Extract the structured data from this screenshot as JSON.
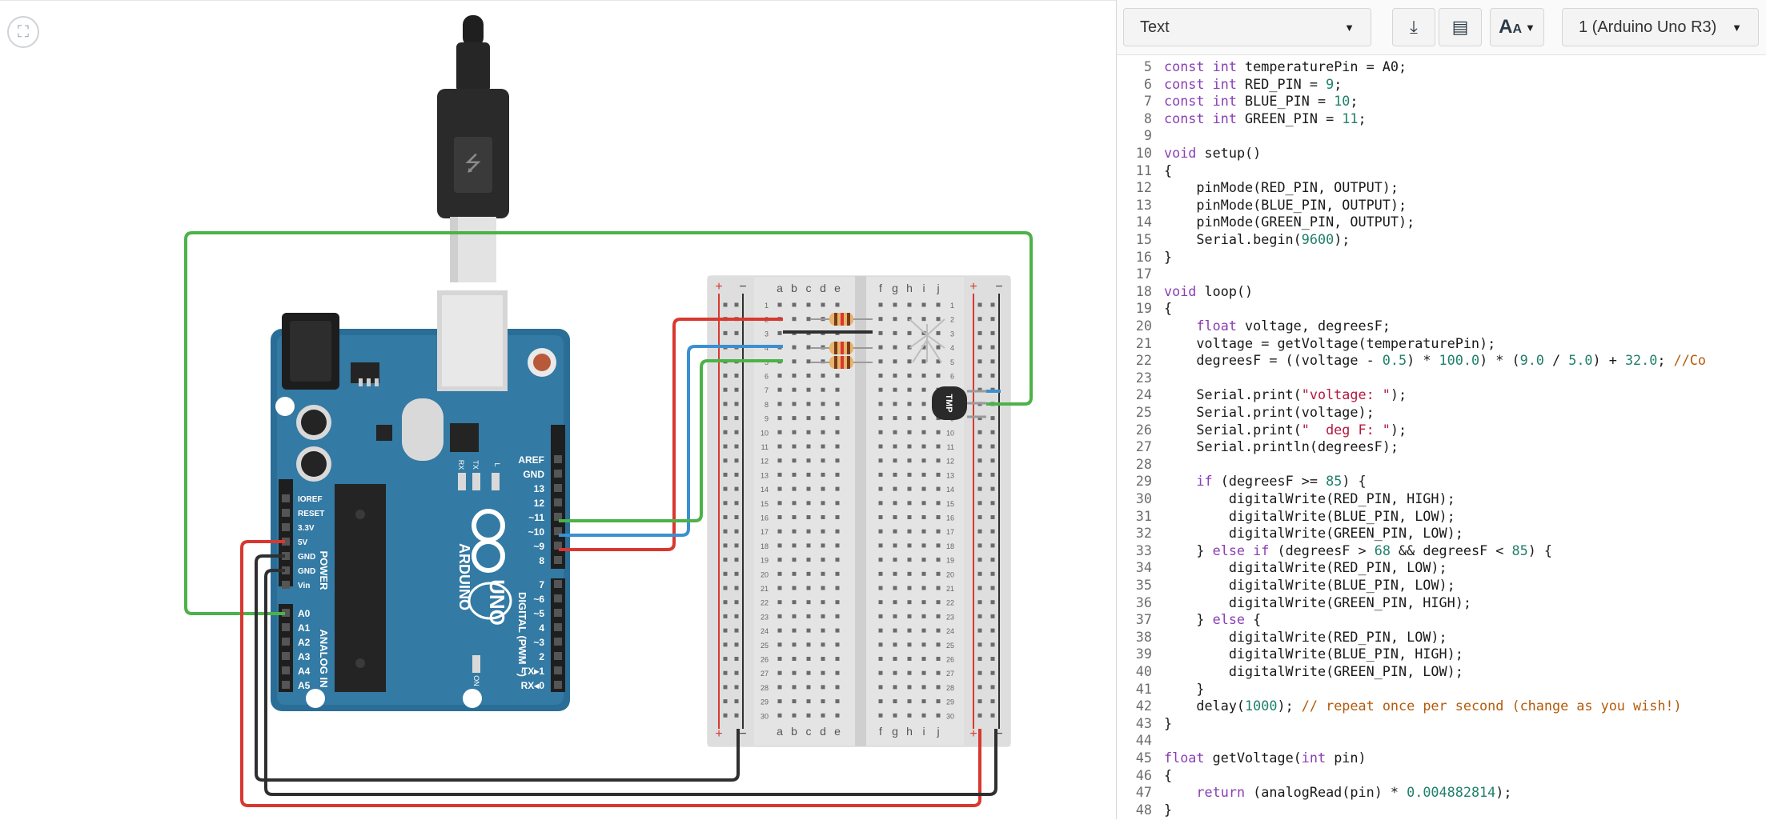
{
  "canvas": {
    "fit_button_icon": "fit-to-view-icon",
    "board_labels": {
      "brand": "ARDUINO",
      "model": "UNO",
      "digital_header": "DIGITAL (PWM ~)",
      "power_header": "POWER",
      "analog_header": "ANALOG IN",
      "on_label": "ON",
      "rx_label": "RX",
      "tx_label": "TX",
      "l_label": "L",
      "digital_pins": [
        "AREF",
        "GND",
        "13",
        "12",
        "~11",
        "~10",
        "~9",
        "8",
        "7",
        "~6",
        "~5",
        "4",
        "~3",
        "2",
        "TX▸1",
        "RX◂0"
      ],
      "power_pins": [
        "IOREF",
        "RESET",
        "3.3V",
        "5V",
        "GND",
        "GND",
        "Vin"
      ],
      "analog_pins": [
        "A0",
        "A1",
        "A2",
        "A3",
        "A4",
        "A5"
      ]
    },
    "sensor_label": "TMP",
    "breadboard": {
      "left_columns": [
        "a",
        "b",
        "c",
        "d",
        "e"
      ],
      "right_columns": [
        "f",
        "g",
        "h",
        "i",
        "j"
      ],
      "row_count": 30,
      "plus": "+",
      "minus": "−"
    },
    "wire_colors": {
      "green": "#4cb248",
      "red": "#d8382f",
      "blue": "#3c8fd0",
      "black": "#2f2f2f"
    }
  },
  "toolbar": {
    "mode_value": "Text",
    "download_icon": "download-icon",
    "library_icon": "library-icon",
    "font_size_icon": "font-size-icon",
    "board_value": "1 (Arduino Uno R3)"
  },
  "code_lines": [
    {
      "n": "5",
      "text": "const int temperaturePin = A0;"
    },
    {
      "n": "6",
      "text": "const int RED_PIN = 9;"
    },
    {
      "n": "7",
      "text": "const int BLUE_PIN = 10;"
    },
    {
      "n": "8",
      "text": "const int GREEN_PIN = 11;"
    },
    {
      "n": "9",
      "text": ""
    },
    {
      "n": "10",
      "text": "void setup()"
    },
    {
      "n": "11",
      "text": "{"
    },
    {
      "n": "12",
      "text": "    pinMode(RED_PIN, OUTPUT);"
    },
    {
      "n": "13",
      "text": "    pinMode(BLUE_PIN, OUTPUT);"
    },
    {
      "n": "14",
      "text": "    pinMode(GREEN_PIN, OUTPUT);"
    },
    {
      "n": "15",
      "text": "    Serial.begin(9600);"
    },
    {
      "n": "16",
      "text": "}"
    },
    {
      "n": "17",
      "text": ""
    },
    {
      "n": "18",
      "text": "void loop()"
    },
    {
      "n": "19",
      "text": "{"
    },
    {
      "n": "20",
      "text": "    float voltage, degreesF;"
    },
    {
      "n": "21",
      "text": "    voltage = getVoltage(temperaturePin);"
    },
    {
      "n": "22",
      "text": "    degreesF = ((voltage - 0.5) * 100.0) * (9.0 / 5.0) + 32.0; //Co"
    },
    {
      "n": "23",
      "text": ""
    },
    {
      "n": "24",
      "text": "    Serial.print(\"voltage: \");"
    },
    {
      "n": "25",
      "text": "    Serial.print(voltage);"
    },
    {
      "n": "26",
      "text": "    Serial.print(\"  deg F: \");"
    },
    {
      "n": "27",
      "text": "    Serial.println(degreesF);"
    },
    {
      "n": "28",
      "text": ""
    },
    {
      "n": "29",
      "text": "    if (degreesF >= 85) {"
    },
    {
      "n": "30",
      "text": "        digitalWrite(RED_PIN, HIGH);"
    },
    {
      "n": "31",
      "text": "        digitalWrite(BLUE_PIN, LOW);"
    },
    {
      "n": "32",
      "text": "        digitalWrite(GREEN_PIN, LOW);"
    },
    {
      "n": "33",
      "text": "    } else if (degreesF > 68 && degreesF < 85) {"
    },
    {
      "n": "34",
      "text": "        digitalWrite(RED_PIN, LOW);"
    },
    {
      "n": "35",
      "text": "        digitalWrite(BLUE_PIN, LOW);"
    },
    {
      "n": "36",
      "text": "        digitalWrite(GREEN_PIN, HIGH);"
    },
    {
      "n": "37",
      "text": "    } else {"
    },
    {
      "n": "38",
      "text": "        digitalWrite(RED_PIN, LOW);"
    },
    {
      "n": "39",
      "text": "        digitalWrite(BLUE_PIN, HIGH);"
    },
    {
      "n": "40",
      "text": "        digitalWrite(GREEN_PIN, LOW);"
    },
    {
      "n": "41",
      "text": "    }"
    },
    {
      "n": "42",
      "text": "    delay(1000); // repeat once per second (change as you wish!)"
    },
    {
      "n": "43",
      "text": "}"
    },
    {
      "n": "44",
      "text": ""
    },
    {
      "n": "45",
      "text": "float getVoltage(int pin)"
    },
    {
      "n": "46",
      "text": "{"
    },
    {
      "n": "47",
      "text": "    return (analogRead(pin) * 0.004882814);"
    },
    {
      "n": "48",
      "text": "}"
    }
  ]
}
